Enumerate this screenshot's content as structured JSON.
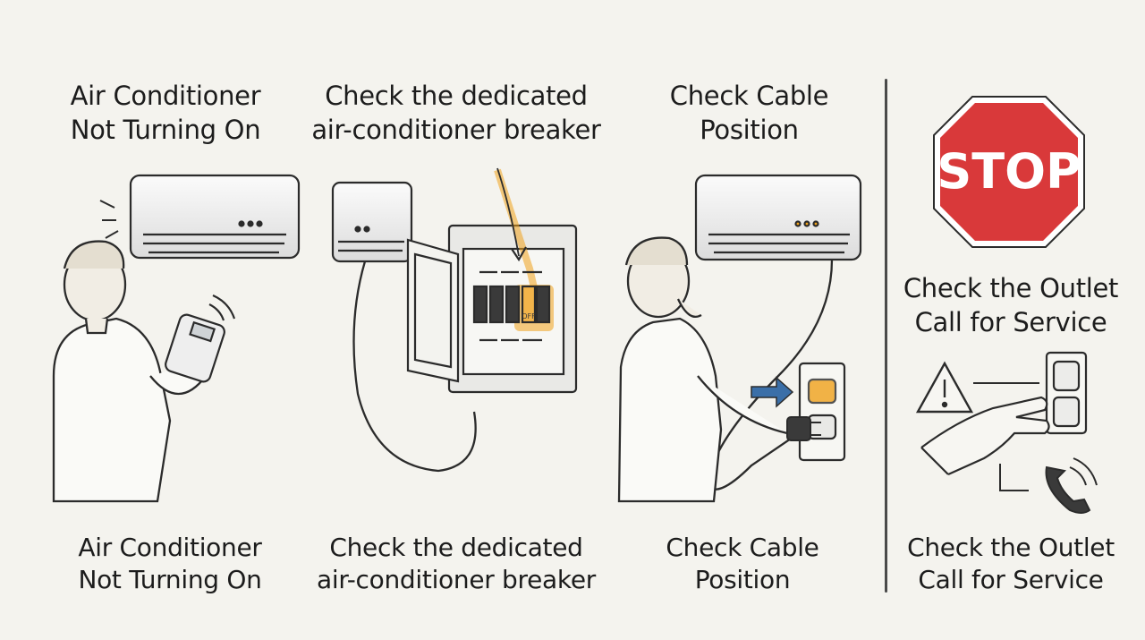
{
  "steps": [
    {
      "title_lines": [
        "Air Conditioner",
        "Not Turning On"
      ],
      "caption_lines": [
        "Air Conditioner",
        "Not Turning On"
      ]
    },
    {
      "title_lines": [
        "Check the dedicated",
        "air-conditioner breaker"
      ],
      "caption_lines": [
        "Check the dedicated",
        "air-conditioner breaker"
      ]
    },
    {
      "title_lines": [
        "Check Cable",
        "Position"
      ],
      "caption_lines": [
        "Check Cable",
        "Position"
      ]
    },
    {
      "title_lines": [
        "Check the Outlet",
        "Call for Service"
      ],
      "caption_lines": [
        "Check the Outlet",
        "Call for Service"
      ]
    }
  ],
  "stop_sign": {
    "text": "STOP",
    "color": "#d9393a"
  },
  "breaker_label": "OFF",
  "colors": {
    "accent": "#f0a21c",
    "arrow": "#3b6fa8",
    "line": "#2b2b2b"
  },
  "icons": [
    "ac-unit-icon",
    "remote-control-icon",
    "breaker-panel-icon",
    "power-plug-icon",
    "wall-outlet-icon",
    "warning-triangle-icon",
    "phone-icon",
    "stop-sign-icon",
    "hand-icon"
  ]
}
